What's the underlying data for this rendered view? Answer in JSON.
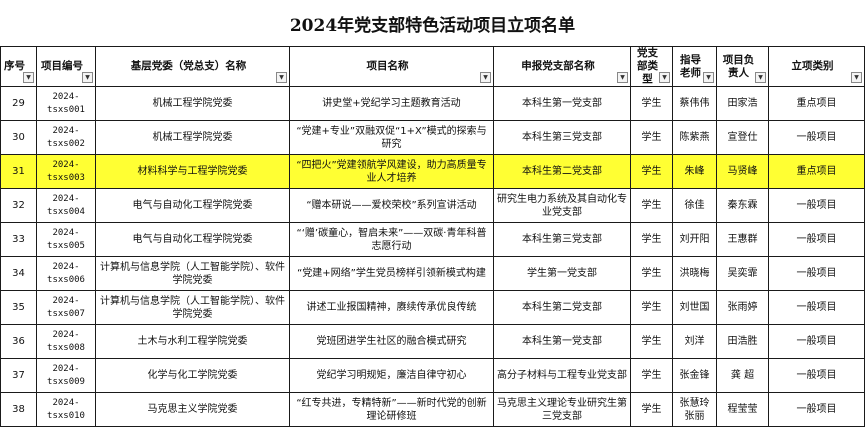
{
  "title": "2024年党支部特色活动项目立项名单",
  "headers": [
    "序号",
    "项目编号",
    "基层党委（党总支）名称",
    "项目名称",
    "申报党支部名称",
    "党支部类型",
    "指导老师",
    "项目负责人",
    "立项类别"
  ],
  "rows": [
    {
      "no": "29",
      "code": "2024-\ntsxs001",
      "org": "机械工程学院党委",
      "project": "讲史堂+党纪学习主题教育活动",
      "branch": "本科生第一党支部",
      "type": "学生",
      "advisor": "蔡伟伟",
      "leader": "田家浩",
      "category": "重点项目",
      "highlight": false
    },
    {
      "no": "30",
      "code": "2024-\ntsxs002",
      "org": "机械工程学院党委",
      "project": "“党建+专业”双融双促“1+X”模式的探索与研究",
      "branch": "本科生第三党支部",
      "type": "学生",
      "advisor": "陈紫燕",
      "leader": "宣登仕",
      "category": "一般项目",
      "highlight": false
    },
    {
      "no": "31",
      "code": "2024-\ntsxs003",
      "org": "材料科学与工程学院党委",
      "project": "“四把火”党建领航学风建设，助力高质量专业人才培养",
      "branch": "本科生第二党支部",
      "type": "学生",
      "advisor": "朱峰",
      "leader": "马贤峰",
      "category": "重点项目",
      "highlight": true
    },
    {
      "no": "32",
      "code": "2024-\ntsxs004",
      "org": "电气与自动化工程学院党委",
      "project": "“赠本研说——爱校荣校”系列宣讲活动",
      "branch": "研究生电力系统及其自动化专业党支部",
      "type": "学生",
      "advisor": "徐佳",
      "leader": "秦东霖",
      "category": "一般项目",
      "highlight": false
    },
    {
      "no": "33",
      "code": "2024-\ntsxs005",
      "org": "电气与自动化工程学院党委",
      "project": "“‘赠’碳童心，智启未来”——双碳·青年科普志愿行动",
      "branch": "本科生第三党支部",
      "type": "学生",
      "advisor": "刘开阳",
      "leader": "王惠群",
      "category": "一般项目",
      "highlight": false
    },
    {
      "no": "34",
      "code": "2024-\ntsxs006",
      "org": "计算机与信息学院（人工智能学院）、软件学院党委",
      "project": "“党建+网络”学生党员榜样引领新模式构建",
      "branch": "学生第一党支部",
      "type": "学生",
      "advisor": "洪晓梅",
      "leader": "吴奕霏",
      "category": "一般项目",
      "highlight": false
    },
    {
      "no": "35",
      "code": "2024-\ntsxs007",
      "org": "计算机与信息学院（人工智能学院）、软件学院党委",
      "project": "讲述工业报国精神，赓续传承优良传统",
      "branch": "本科生第二党支部",
      "type": "学生",
      "advisor": "刘世国",
      "leader": "张雨婷",
      "category": "一般项目",
      "highlight": false
    },
    {
      "no": "36",
      "code": "2024-\ntsxs008",
      "org": "土木与水利工程学院党委",
      "project": "党班团进学生社区的融合模式研究",
      "branch": "本科生第一党支部",
      "type": "学生",
      "advisor": "刘洋",
      "leader": "田浩胜",
      "category": "一般项目",
      "highlight": false
    },
    {
      "no": "37",
      "code": "2024-\ntsxs009",
      "org": "化学与化工学院党委",
      "project": "党纪学习明规矩，廉洁自律守初心",
      "branch": "高分子材料与工程专业党支部",
      "type": "学生",
      "advisor": "张金锋",
      "leader": "龚 超",
      "category": "一般项目",
      "highlight": false
    },
    {
      "no": "38",
      "code": "2024-\ntsxs010",
      "org": "马克思主义学院党委",
      "project": "“红专共进，专精特新”——新时代党的创新理论研修班",
      "branch": "马克思主义理论专业研究生第三党支部",
      "type": "学生",
      "advisor": "张慧玲\n张丽",
      "leader": "程莹莹",
      "category": "一般项目",
      "highlight": false
    }
  ]
}
